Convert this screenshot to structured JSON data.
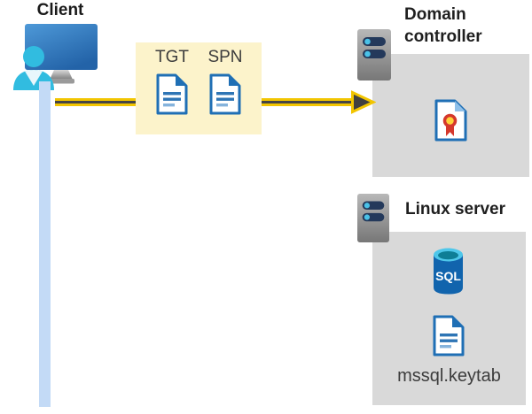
{
  "client": {
    "label": "Client"
  },
  "tickets": {
    "tgt": "TGT",
    "spn": "SPN"
  },
  "domain_controller": {
    "label": "Domain controller"
  },
  "linux_server": {
    "label": "Linux server",
    "sql": "SQL",
    "keytab": "mssql.keytab"
  },
  "colors": {
    "arrow_yellow": "#F2C500",
    "arrow_core": "#454545",
    "ticket_box_bg": "#FCF3CB",
    "server_box_bg": "#D9D9D9",
    "document_blue": "#1F6FB5",
    "client_cyan": "#31BCE0",
    "connector_blue": "#C3DAF6",
    "monitor_blue": "#2E6FB8",
    "server_slot_navy": "#24395B",
    "server_dot_cyan": "#4AC2E8",
    "sql_body_blue": "#1164AD",
    "sql_top_cyan": "#4EC7EA",
    "certificate_red": "#D5382C",
    "certificate_gold": "#FFD23B"
  },
  "icons": {
    "client": "monitor-with-user-icon",
    "domain_controller": "rack-server-icon",
    "linux_server": "rack-server-icon",
    "tgt": "document-icon",
    "spn": "document-icon",
    "domain_controller_content": "certificate-icon",
    "linux_content": [
      "sql-database-icon",
      "document-icon"
    ]
  }
}
